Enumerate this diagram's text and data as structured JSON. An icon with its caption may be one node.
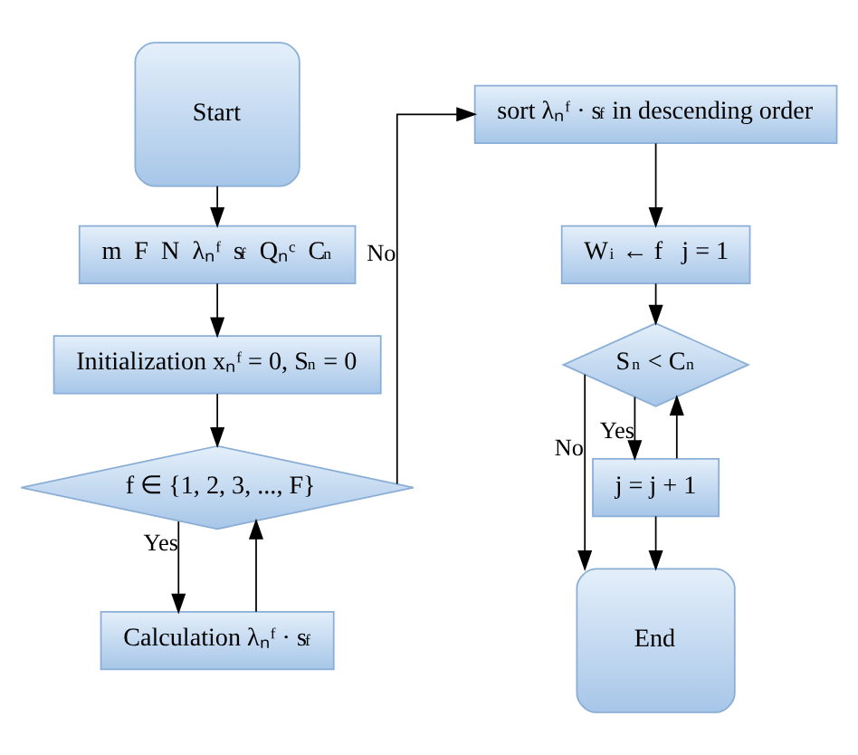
{
  "diagram": {
    "nodes": [
      {
        "text": [
          "Start"
        ]
      },
      {
        "text": [
          "m  F  N  λₙᶠ  s$_{f}$  Qₙᶜ  C$_{n}$"
        ]
      },
      {
        "text": [
          "Initialization xₙᶠ = 0, S$_{n}$ = 0"
        ]
      },
      {
        "text": [
          "f ∈ {1, 2, 3, ..., F}"
        ]
      },
      {
        "text": [
          "Calculation λₙᶠ · s$_{f}$"
        ]
      },
      {
        "text": [
          "sort λₙᶠ · s$_{f}$ in descending order"
        ]
      },
      {
        "text": [
          "W$_{i}$ ← f   j = 1"
        ]
      },
      {
        "text": [
          "S$_{n}$ < C$_{n}$"
        ]
      },
      {
        "text": [
          "j = j + 1"
        ]
      },
      {
        "text": [
          "End"
        ]
      }
    ],
    "edges": [
      {
        "from": 0,
        "to": 1,
        "arrow": "to"
      },
      {
        "from": 1,
        "to": 2,
        "arrow": "to"
      },
      {
        "from": 2,
        "to": 3,
        "arrow": "to"
      },
      {
        "from": 3,
        "to": 4,
        "arrow": "to",
        "label": "Yes"
      },
      {
        "from": 4,
        "to": 3,
        "arrow": "to"
      },
      {
        "from": 3,
        "to": 5,
        "arrow": "to",
        "label": "No"
      },
      {
        "from": 5,
        "to": 6,
        "arrow": "to"
      },
      {
        "from": 6,
        "to": 7,
        "arrow": "to"
      },
      {
        "from": 7,
        "to": 8,
        "arrow": "to",
        "label": "Yes"
      },
      {
        "from": 8,
        "to": 7,
        "arrow": "to"
      },
      {
        "from": 8,
        "to": 9,
        "arrow": "to"
      },
      {
        "from": 7,
        "to": 9,
        "arrow": "to",
        "label": "No"
      }
    ]
  }
}
